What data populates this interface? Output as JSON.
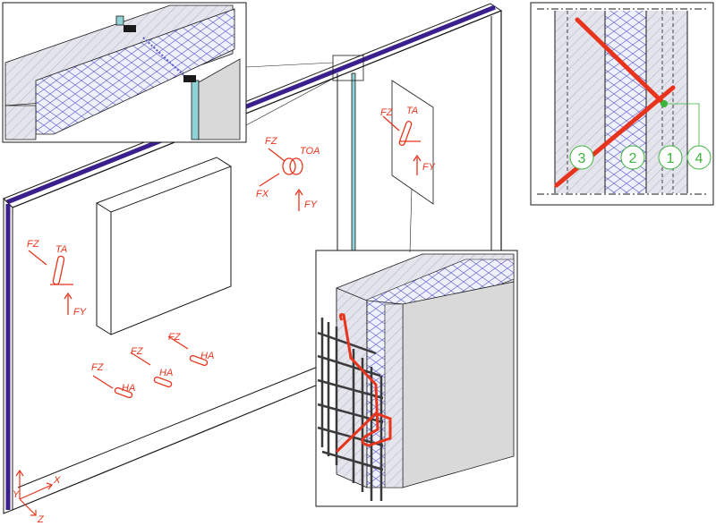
{
  "colors": {
    "outline": "#1a1a1a",
    "insulation_blue": "#3a3ab8",
    "joint_purple": "#3b1f8c",
    "anchor_red": "#e8341c",
    "callout_green": "#3cb43c",
    "concrete_fill": "#dcdce6",
    "side_grey": "#d9d9d9",
    "seal_cyan": "#8fd3d6"
  },
  "labels": {
    "fz": "FZ",
    "fx": "FX",
    "fy": "FY",
    "ta": "TA",
    "toa": "TOA",
    "ha": "HA"
  },
  "axes": {
    "x": "X",
    "y": "Y",
    "z": "Z"
  },
  "callouts": [
    "3",
    "2",
    "1",
    "4"
  ]
}
